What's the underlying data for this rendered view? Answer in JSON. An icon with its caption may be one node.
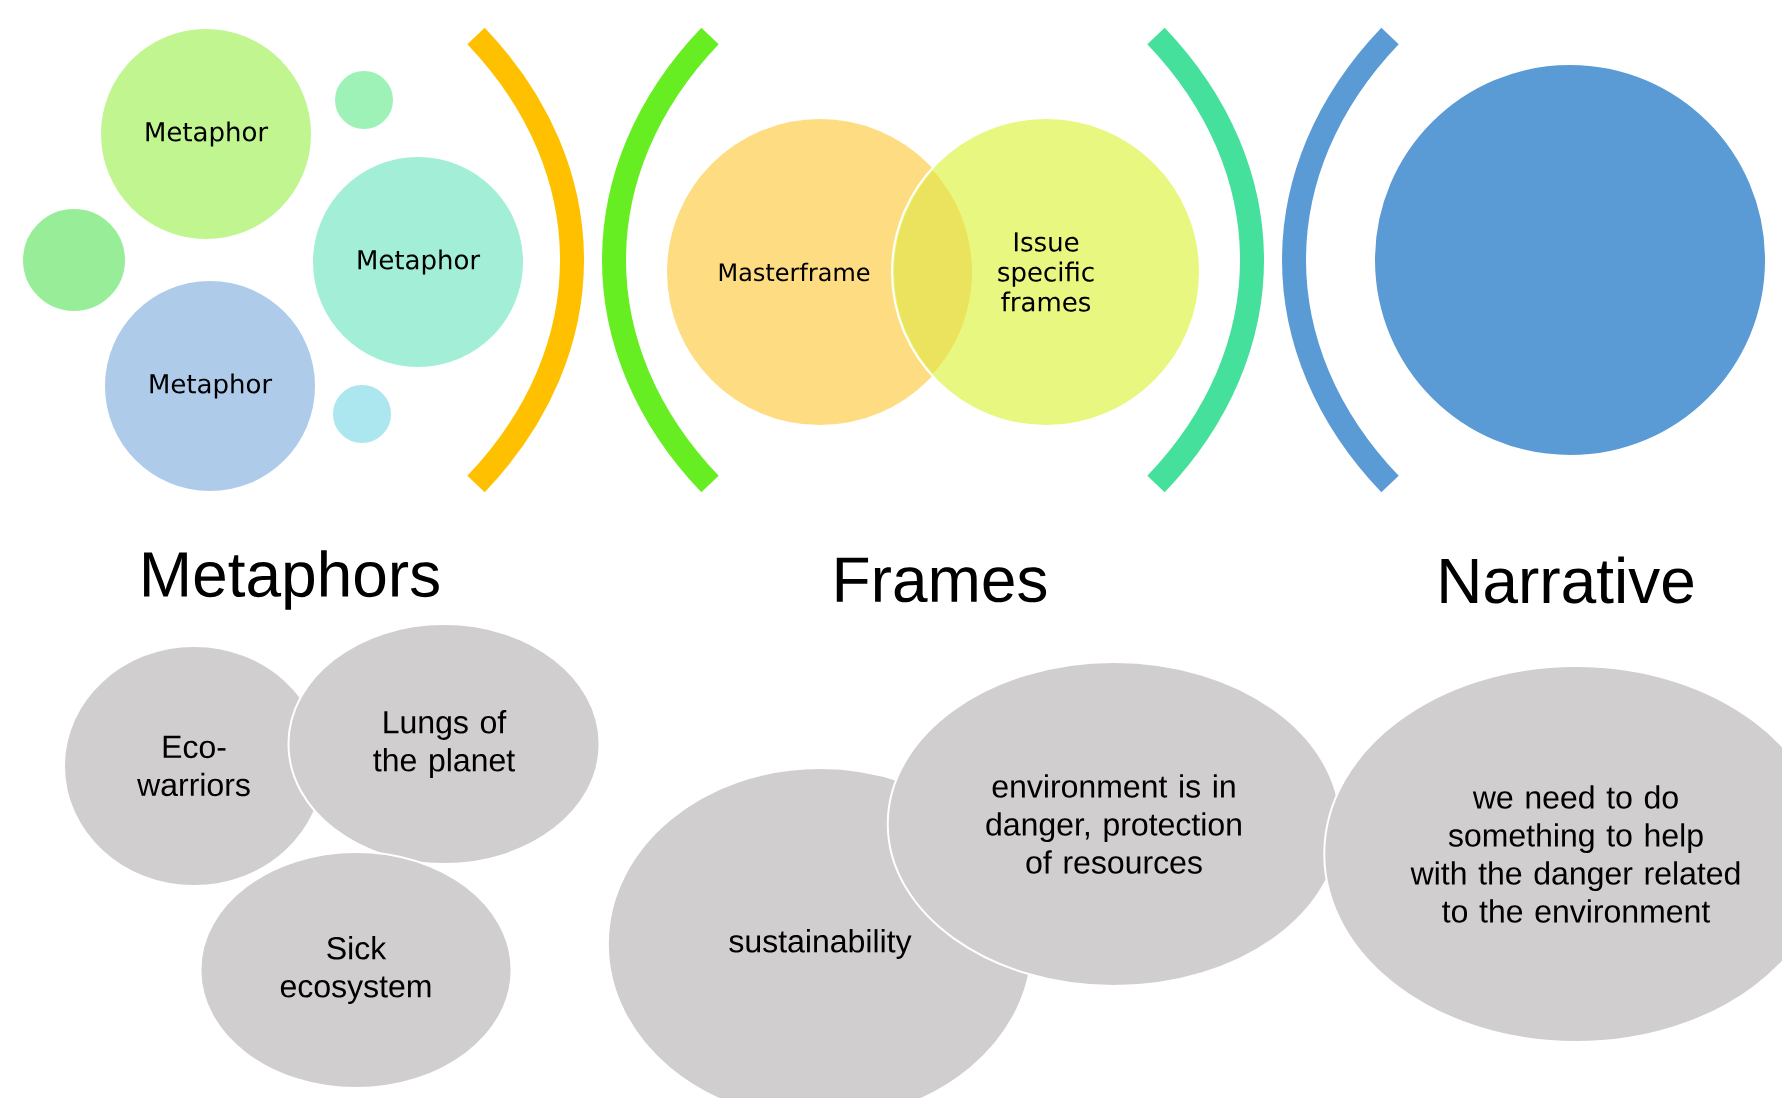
{
  "diagram": {
    "nodes": [
      {
        "text": [
          "Metaphor"
        ]
      },
      {
        "text": [],
        "shape": "circle"
      },
      {
        "text": [],
        "shape": "circle"
      },
      {
        "text": [
          "Metaphor"
        ]
      },
      {
        "text": [
          "Metaphor"
        ]
      },
      {
        "text": [],
        "shape": "circle"
      },
      {
        "text": [
          "Masterframe"
        ]
      },
      {
        "text": [
          "Issue specific frames"
        ]
      },
      {
        "text": [],
        "shape": "circle"
      },
      {
        "text": [
          "Eco-warriors"
        ]
      },
      {
        "text": [
          "Lungs of the planet"
        ]
      },
      {
        "text": [
          "Sick ecosystem"
        ]
      },
      {
        "text": [
          "sustainability"
        ]
      },
      {
        "text": [
          "environment is in danger, protection of resources"
        ]
      },
      {
        "text": [
          "we need to do something to help with the danger related to the environment"
        ]
      }
    ],
    "labels": [
      "Metaphors",
      "Frames",
      "Narrative"
    ]
  }
}
